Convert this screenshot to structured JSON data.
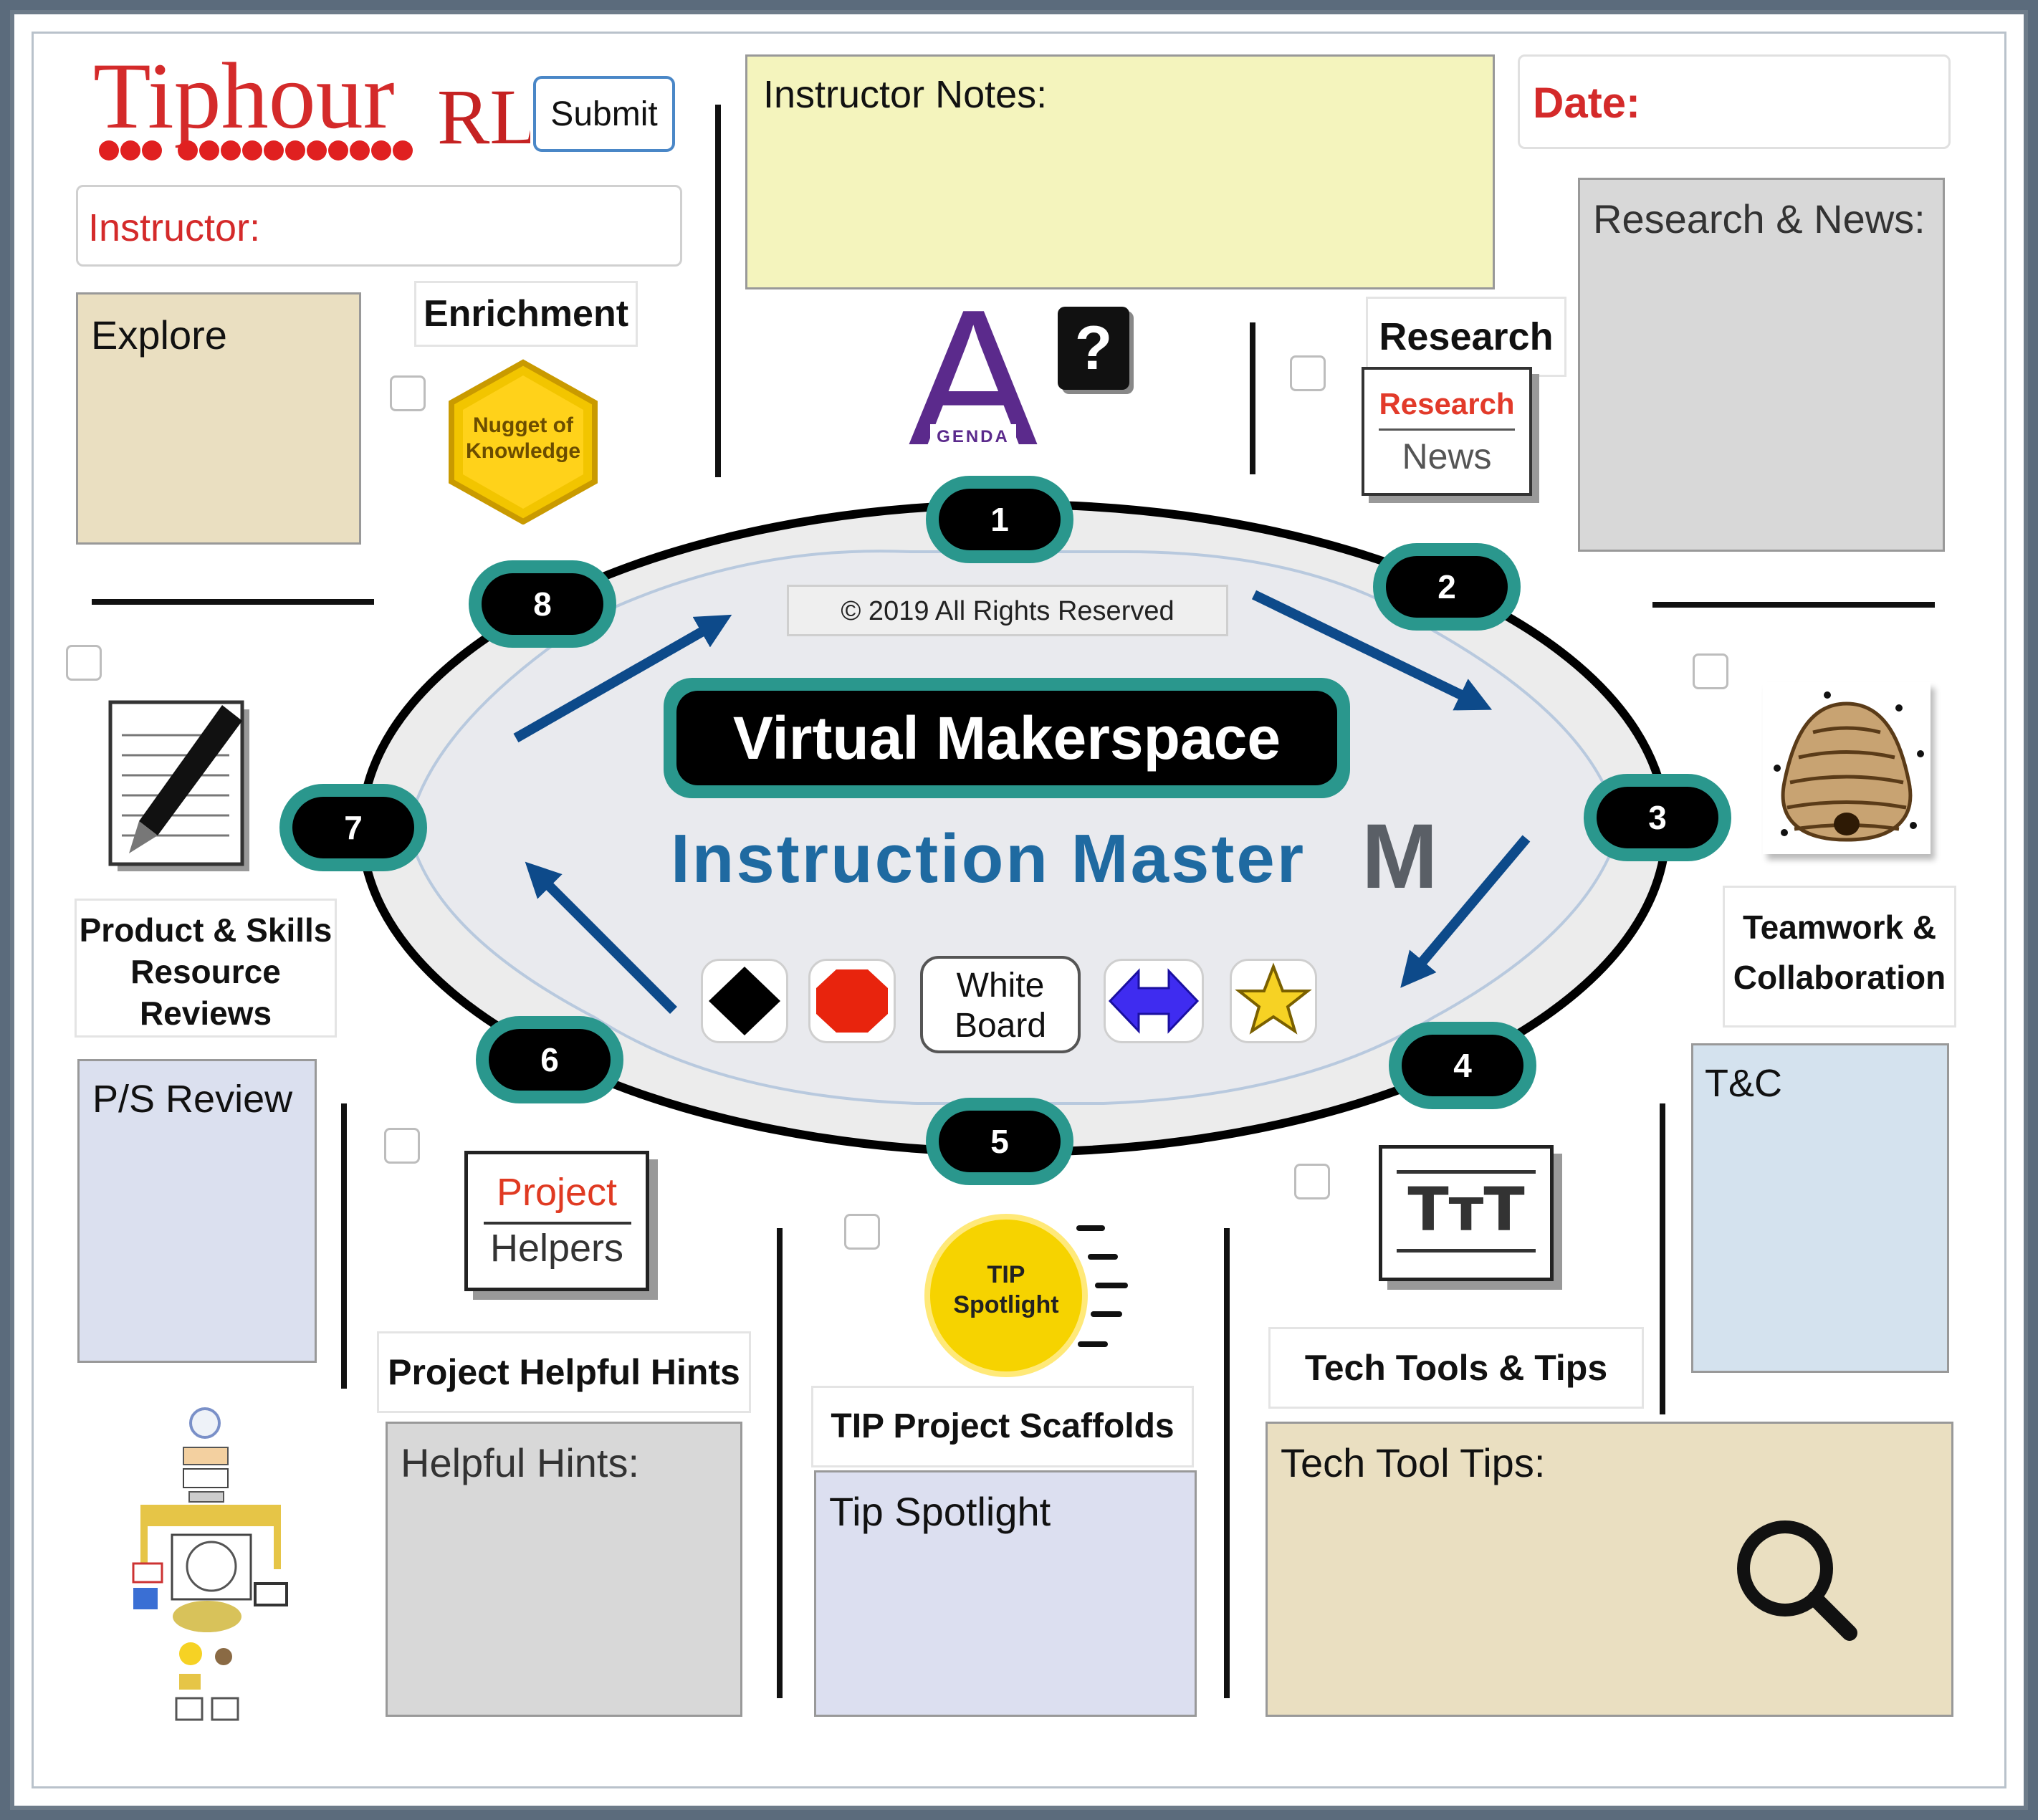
{
  "header": {
    "logo_text": "Tiphour",
    "logo_mark": "RL",
    "submit_label": "Submit",
    "instructor_label": "Instructor:",
    "instructor_notes_label": "Instructor Notes:",
    "date_label": "Date:"
  },
  "left": {
    "explore_label": "Explore",
    "enrichment_label": "Enrichment",
    "nugget_text": "Nugget of Knowledge",
    "product_skills_label": "Product & Skills Resource Reviews",
    "ps_review_label": "P/S Review"
  },
  "top_center": {
    "agenda_letter": "A",
    "agenda_text": "GENDA",
    "help_label": "?"
  },
  "right": {
    "research_label": "Research",
    "research_icon_top": "Research",
    "research_icon_bottom": "News",
    "research_news_label": "Research & News:",
    "teamwork_label": "Teamwork & Collaboration",
    "tc_label": "T&C"
  },
  "center": {
    "copyright": "© 2019 All Rights Reserved",
    "title": "Virtual Makerspace",
    "subtitle": "Instruction Master",
    "master_mark": "M",
    "whiteboard_label": "White Board",
    "steps": [
      "1",
      "2",
      "3",
      "4",
      "5",
      "6",
      "7",
      "8"
    ]
  },
  "bottom": {
    "project_helpers_top": "Project",
    "project_helpers_bottom": "Helpers",
    "project_hints_label": "Project Helpful Hints",
    "helpful_hints_label": "Helpful Hints:",
    "tip_spotlight_icon": "TIP Spotlight",
    "tip_scaffolds_label": "TIP Project Scaffolds",
    "tip_spotlight_label": "Tip Spotlight",
    "ttt_icon": "TᴛT",
    "tech_tools_label": "Tech Tools & Tips",
    "tech_tool_tips_label": "Tech Tool Tips:"
  },
  "colors": {
    "brand_red": "#d42a2a",
    "teal": "#2a978d",
    "arrow_blue": "#0d4a8a",
    "title_blue": "#1f6aa1",
    "notes_yellow": "#f4f4bd",
    "tan": "#eadfc1",
    "gray": "#d8d8d8",
    "lavender": "#dbe0ef",
    "light_blue": "#d4e2ee",
    "lilac": "#dcdff0"
  }
}
